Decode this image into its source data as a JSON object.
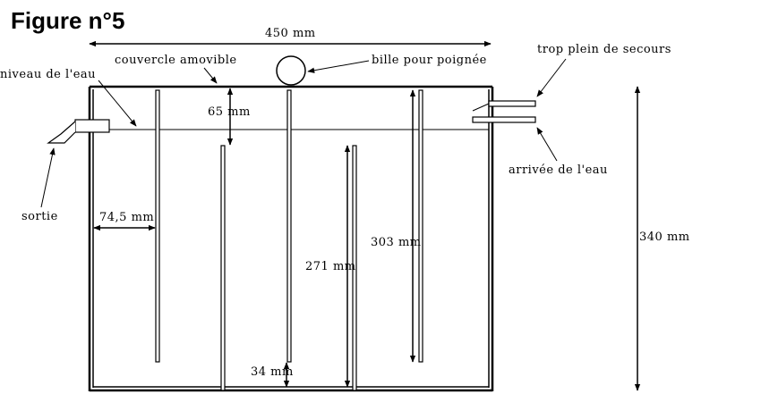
{
  "figure_title": "Figure n°5",
  "labels": {
    "width_dim": "450 mm",
    "height_dim": "340 mm",
    "lid": "couvercle amovible",
    "handle_ball": "bille pour poignée",
    "overflow": "trop plein de secours",
    "water_level": "niveau de l'eau",
    "water_inlet": "arrivée de l'eau",
    "outlet": "sortie",
    "dim_65": "65 mm",
    "dim_745": "74,5 mm",
    "dim_303": "303 mm",
    "dim_271": "271 mm",
    "dim_34": "34 mm"
  }
}
